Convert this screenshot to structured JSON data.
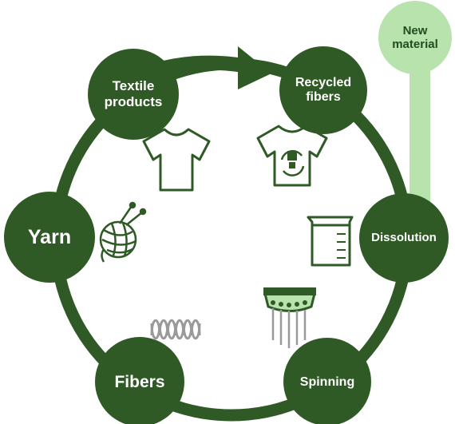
{
  "colors": {
    "cycle_green": "#2f5a26",
    "light_green": "#b8e3ad",
    "icon_green": "#2f5a26",
    "icon_grey": "#9a9a9a"
  },
  "nodes": {
    "textile_products": "Textile\nproducts",
    "recycled_fibers": "Recycled\nfibers",
    "dissolution": "Dissolution",
    "spinning": "Spinning",
    "fibers": "Fibers",
    "yarn": "Yarn"
  },
  "new_material": "New\nmaterial",
  "icons": [
    "tshirt-icon",
    "recycled-tshirt-icon",
    "beaker-icon",
    "spinneret-icon",
    "coil-fiber-icon",
    "yarn-ball-icon"
  ]
}
